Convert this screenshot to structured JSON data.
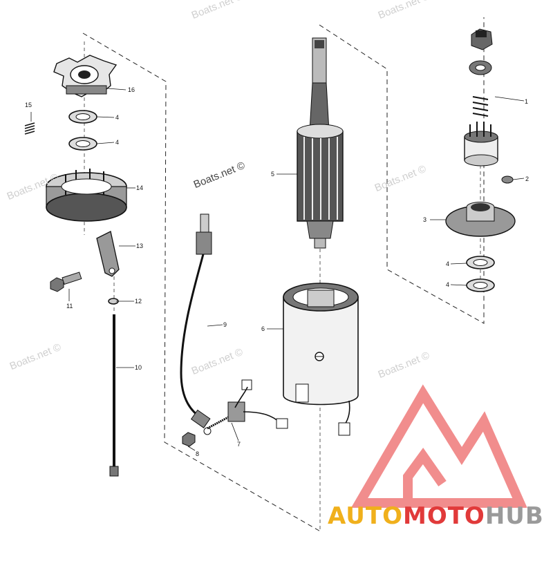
{
  "watermarks": {
    "main": "Boats.net ©",
    "faint": "Boats.net ©"
  },
  "callouts": {
    "c1": "1",
    "c2": "2",
    "c3": "3",
    "c4a": "4",
    "c4b": "4",
    "c4c": "4",
    "c4d": "4",
    "c5": "5",
    "c6": "6",
    "c7": "7",
    "c8": "8",
    "c9": "9",
    "c10": "10",
    "c11": "11",
    "c12": "12",
    "c13": "13",
    "c14": "14",
    "c15": "15",
    "c16": "16"
  },
  "logo": {
    "part1": "AUTO",
    "part2": "MOTO",
    "part3": "HUB",
    "colors": {
      "auto": "#f0b01c",
      "moto": "#e13a3a",
      "hub": "#9a9a9a",
      "triangle": "#ef6b6b"
    }
  }
}
